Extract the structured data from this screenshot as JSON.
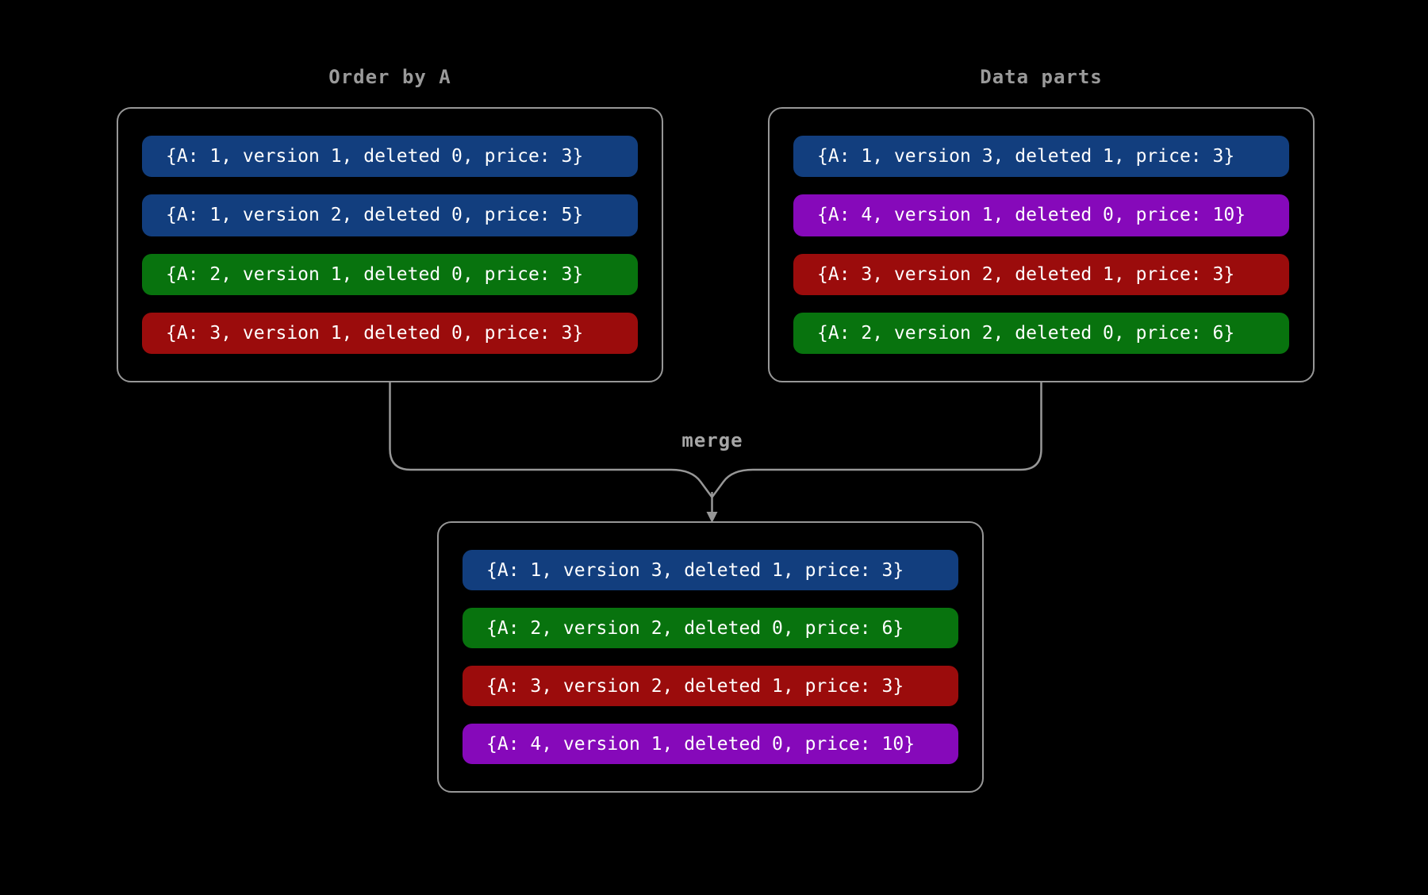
{
  "diagram": {
    "background_color": "#000000",
    "line_color": "#979797",
    "title_color": "#9a9a9a",
    "row_text_color": "#ffffff",
    "merge_label": "merge",
    "groups": [
      {
        "id": "order-by-a",
        "title": "Order by A",
        "rows": [
          {
            "text": "{A: 1, version 1, deleted 0, price: 3}",
            "color": "#123e7e"
          },
          {
            "text": "{A: 1, version 2, deleted 0, price: 5}",
            "color": "#123e7e"
          },
          {
            "text": "{A: 2, version 1, deleted 0, price: 3}",
            "color": "#08730e"
          },
          {
            "text": "{A: 3, version 1, deleted 0, price: 3}",
            "color": "#9b0c0c"
          }
        ]
      },
      {
        "id": "data-parts",
        "title": "Data parts",
        "rows": [
          {
            "text": "{A: 1, version 3, deleted 1, price: 3}",
            "color": "#123e7e"
          },
          {
            "text": "{A: 4, version 1, deleted 0, price: 10}",
            "color": "#8609ba"
          },
          {
            "text": "{A: 3, version 2, deleted 1, price: 3}",
            "color": "#9b0c0c"
          },
          {
            "text": "{A: 2, version 2, deleted 0, price: 6}",
            "color": "#08730e"
          }
        ]
      },
      {
        "id": "merged-result",
        "title": "",
        "rows": [
          {
            "text": "{A: 1, version 3, deleted 1, price: 3}",
            "color": "#123e7e"
          },
          {
            "text": "{A: 2, version 2, deleted 0, price: 6}",
            "color": "#08730e"
          },
          {
            "text": "{A: 3, version 2, deleted 1, price: 3}",
            "color": "#9b0c0c"
          },
          {
            "text": "{A: 4, version 1, deleted 0, price: 10}",
            "color": "#8609ba"
          }
        ]
      }
    ]
  }
}
